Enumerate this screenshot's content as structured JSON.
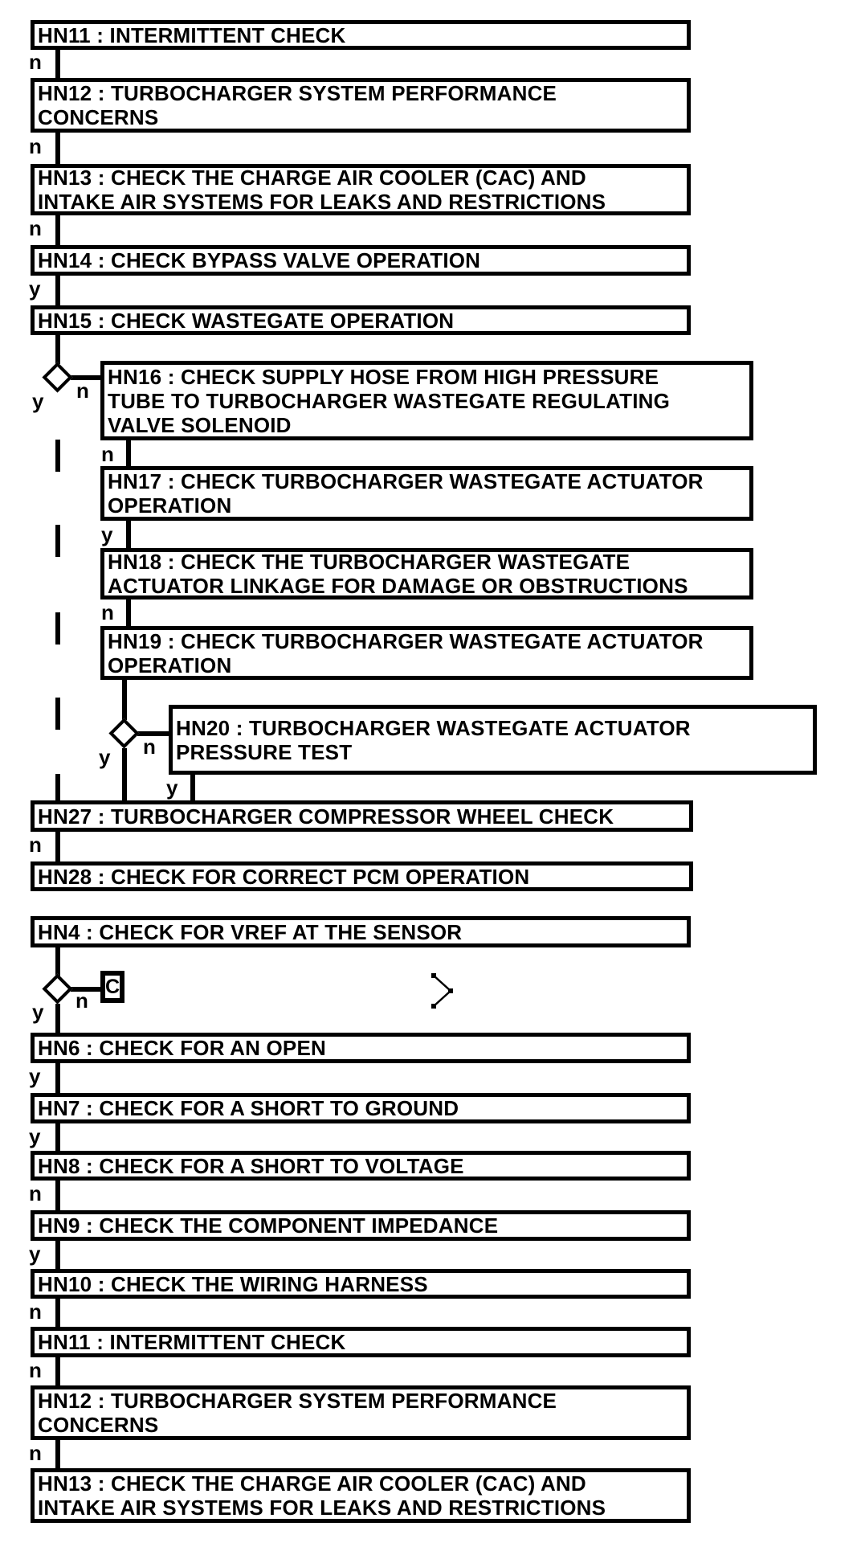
{
  "diagram": {
    "type": "flowchart",
    "background_color": "#ffffff",
    "line_color": "#000000",
    "nodes": [
      {
        "id": "HN11",
        "text": "HN11 : INTERMITTENT CHECK"
      },
      {
        "id": "HN12",
        "text": "HN12 : TURBOCHARGER SYSTEM PERFORMANCE\nCONCERNS"
      },
      {
        "id": "HN13",
        "text": "HN13 : CHECK THE CHARGE AIR COOLER (CAC) AND\nINTAKE AIR SYSTEMS FOR LEAKS AND RESTRICTIONS"
      },
      {
        "id": "HN14",
        "text": "HN14 : CHECK BYPASS VALVE OPERATION"
      },
      {
        "id": "HN15",
        "text": "HN15 : CHECK WASTEGATE OPERATION"
      },
      {
        "id": "HN16",
        "text": "HN16 : CHECK SUPPLY HOSE FROM HIGH PRESSURE\nTUBE TO TURBOCHARGER WASTEGATE REGULATING\nVALVE SOLENOID"
      },
      {
        "id": "HN17",
        "text": "HN17 : CHECK TURBOCHARGER WASTEGATE ACTUATOR\nOPERATION"
      },
      {
        "id": "HN18",
        "text": "HN18 : CHECK THE TURBOCHARGER WASTEGATE\nACTUATOR LINKAGE FOR DAMAGE OR OBSTRUCTIONS"
      },
      {
        "id": "HN19",
        "text": "HN19 : CHECK TURBOCHARGER WASTEGATE ACTUATOR\nOPERATION"
      },
      {
        "id": "HN20",
        "text": "HN20 : TURBOCHARGER WASTEGATE ACTUATOR\nPRESSURE TEST"
      },
      {
        "id": "HN27",
        "text": "HN27 : TURBOCHARGER COMPRESSOR WHEEL CHECK"
      },
      {
        "id": "HN28",
        "text": "HN28 : CHECK FOR CORRECT PCM OPERATION"
      },
      {
        "id": "HN4",
        "text": "HN4 : CHECK FOR VREF AT THE SENSOR"
      },
      {
        "id": "HN6",
        "text": "HN6 : CHECK FOR AN OPEN"
      },
      {
        "id": "HN7",
        "text": "HN7 : CHECK FOR A SHORT TO GROUND"
      },
      {
        "id": "HN8",
        "text": "HN8 : CHECK FOR A SHORT TO VOLTAGE"
      },
      {
        "id": "HN9",
        "text": "HN9 : CHECK THE COMPONENT IMPEDANCE"
      },
      {
        "id": "HN10",
        "text": "HN10 : CHECK THE WIRING HARNESS"
      },
      {
        "id": "HN11b",
        "text": "HN11 : INTERMITTENT CHECK"
      },
      {
        "id": "HN12b",
        "text": "HN12 : TURBOCHARGER SYSTEM PERFORMANCE\nCONCERNS"
      },
      {
        "id": "HN13b",
        "text": "HN13 : CHECK THE CHARGE AIR COOLER (CAC) AND\nINTAKE AIR SYSTEMS FOR LEAKS AND RESTRICTIONS"
      }
    ],
    "branch_labels": [
      {
        "text": "n"
      },
      {
        "text": "n"
      },
      {
        "text": "n"
      },
      {
        "text": "y"
      },
      {
        "text": "n"
      },
      {
        "text": "y"
      },
      {
        "text": "n"
      },
      {
        "text": "y"
      },
      {
        "text": "n"
      },
      {
        "text": "n"
      },
      {
        "text": "y"
      },
      {
        "text": "y"
      },
      {
        "text": "n"
      },
      {
        "text": "n"
      },
      {
        "text": "y"
      },
      {
        "text": "y"
      },
      {
        "text": "y"
      },
      {
        "text": "n"
      },
      {
        "text": "y"
      },
      {
        "text": "n"
      },
      {
        "text": "n"
      },
      {
        "text": "n"
      }
    ],
    "connector": {
      "label": "C"
    },
    "icons": {
      "chevron": "chevron-right"
    }
  }
}
